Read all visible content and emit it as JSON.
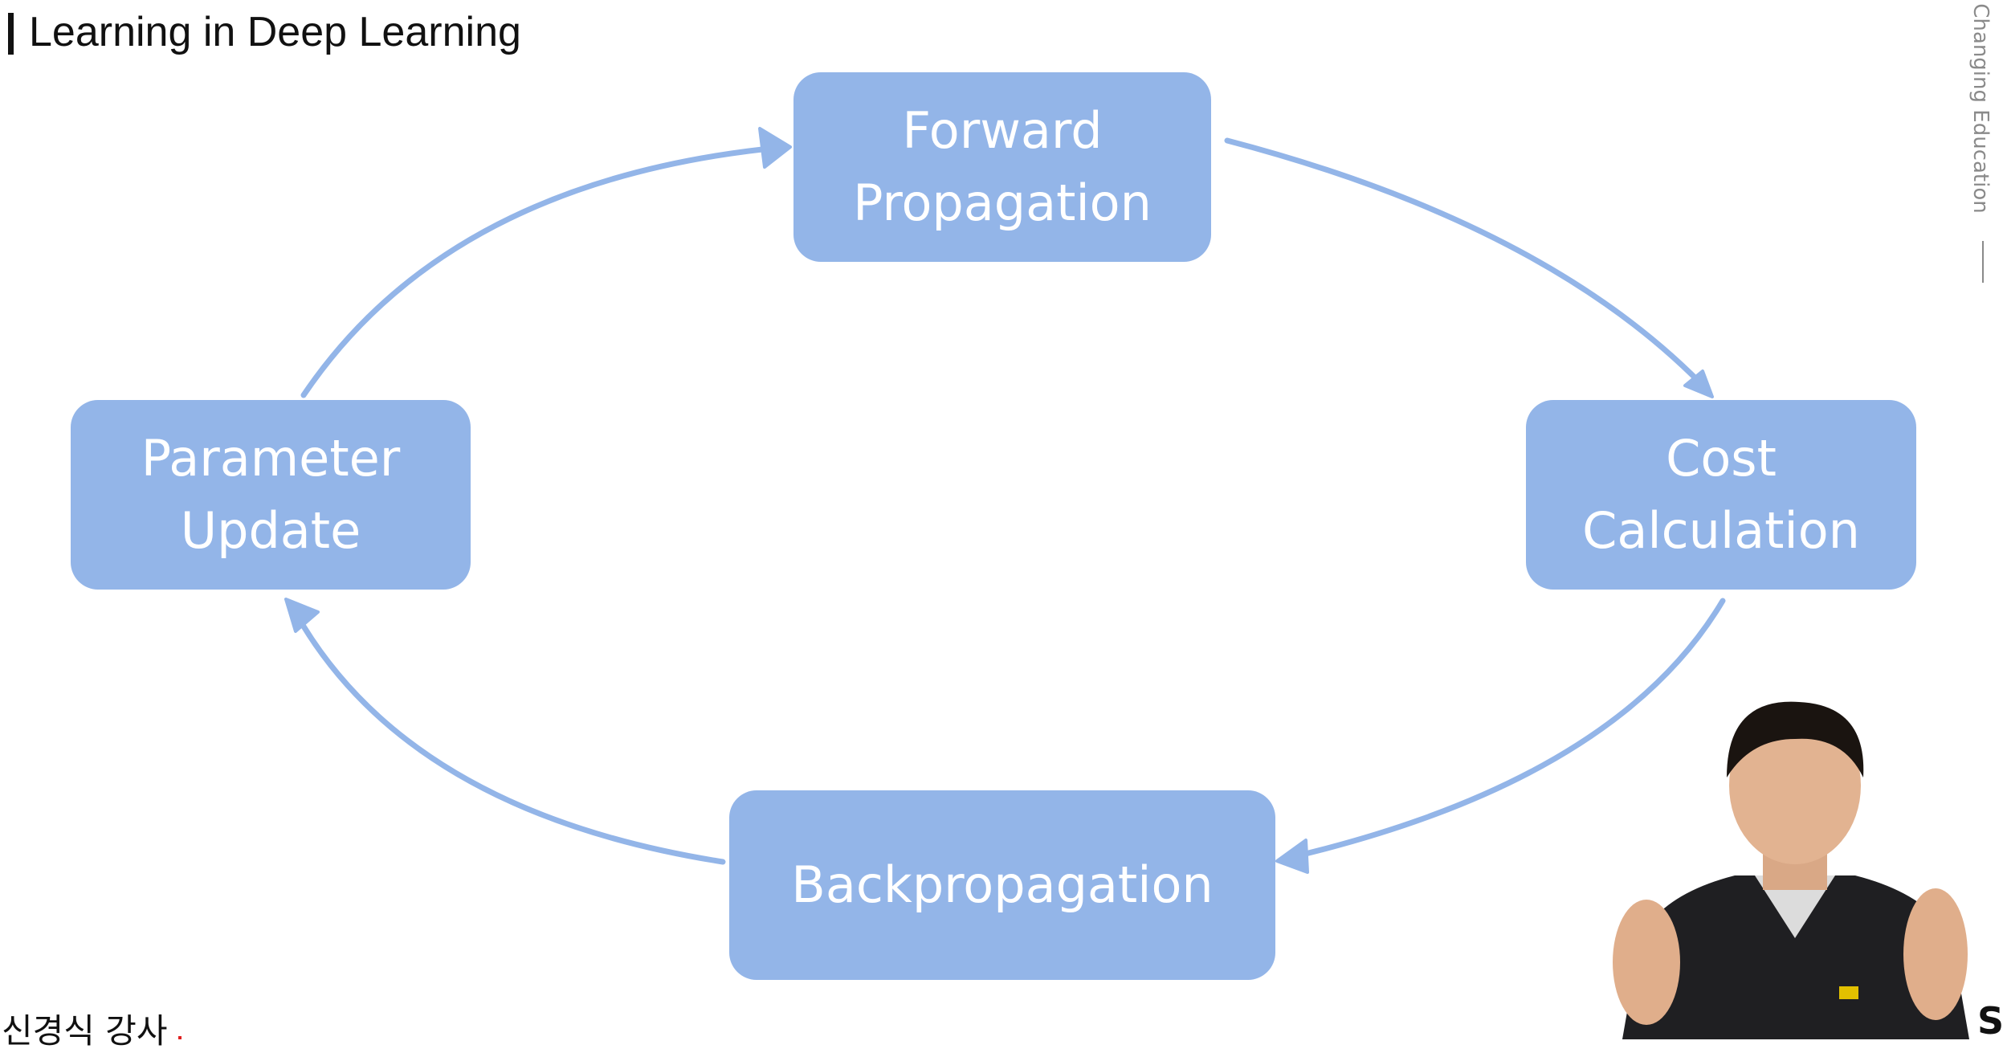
{
  "header": {
    "title": "Learning in Deep Learning"
  },
  "edge_watermark": "e Changing Education",
  "diagram": {
    "nodes": [
      {
        "id": "forward",
        "lines": [
          "Forward",
          "Propagation"
        ]
      },
      {
        "id": "cost",
        "lines": [
          "Cost",
          "Calculation"
        ]
      },
      {
        "id": "back",
        "lines": [
          "Backpropagation"
        ]
      },
      {
        "id": "param",
        "lines": [
          "Parameter",
          "Update"
        ]
      }
    ],
    "edges": [
      {
        "from": "forward",
        "to": "cost"
      },
      {
        "from": "cost",
        "to": "back"
      },
      {
        "from": "back",
        "to": "param"
      },
      {
        "from": "param",
        "to": "forward"
      }
    ]
  },
  "caption": "신경식 강사",
  "corner_glyph": "S",
  "colors": {
    "node_fill": "#93b5e8",
    "node_text": "#ffffff",
    "arrow": "#93b5e8",
    "title": "#111111"
  }
}
